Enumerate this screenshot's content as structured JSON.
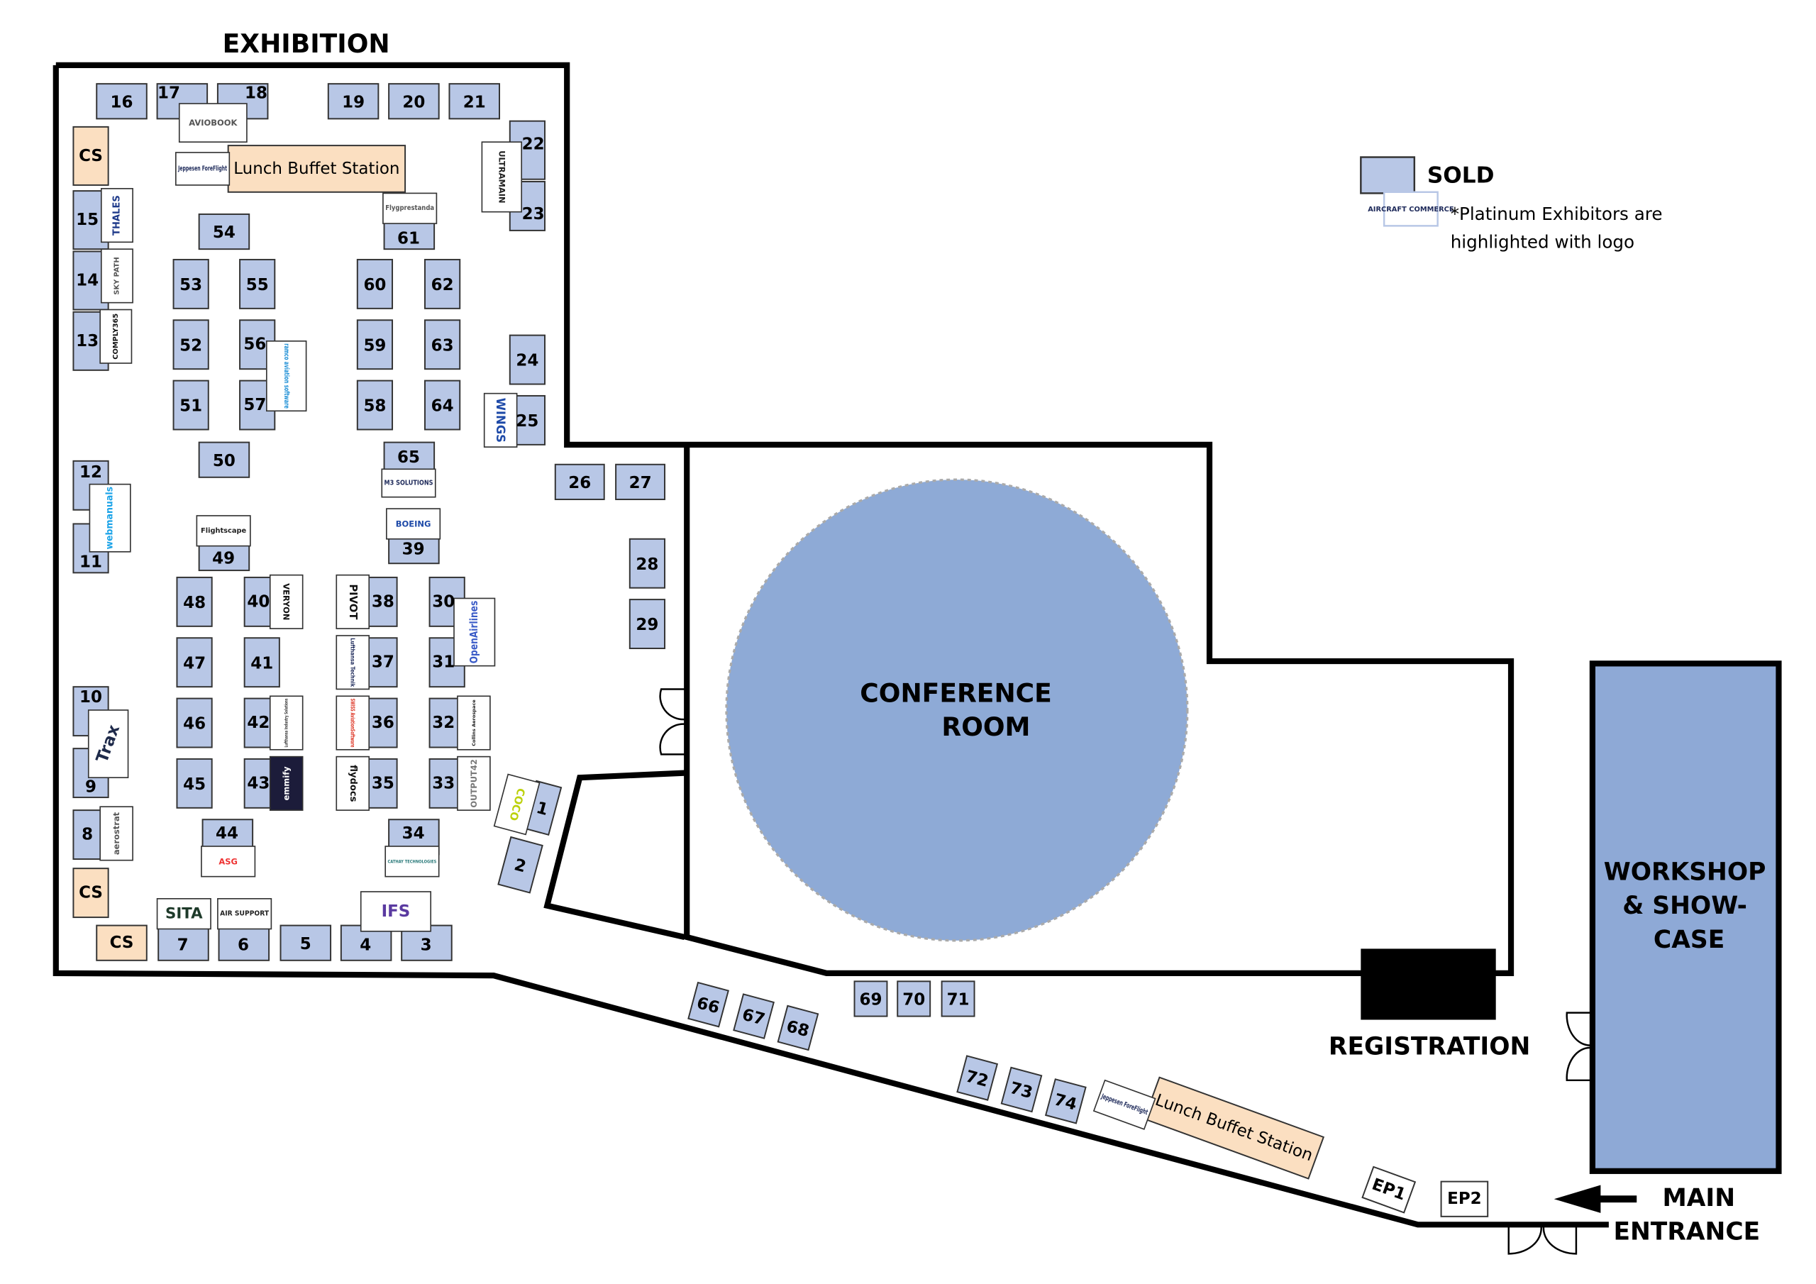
{
  "title": "EXHIBITION",
  "colors": {
    "sold": "#b8c7e6",
    "cs": "#fbdfc1",
    "conference": "#8eaad6",
    "workshop": "#8ea9d6",
    "registration": "#000000"
  },
  "legend": {
    "sold_label": "SOLD",
    "sample_logo": "AIRCRAFT COMMERCE",
    "note_line1": "*Platinum Exhibitors are",
    "note_line2": "highlighted with logo"
  },
  "rooms": {
    "conference": [
      "CONFERENCE",
      "ROOM"
    ],
    "workshop": [
      "WORKSHOP",
      "& SHOW-",
      "CASE"
    ],
    "registration": "REGISTRATION",
    "entrance": [
      "MAIN",
      "ENTRANCE"
    ]
  },
  "booths": [
    "1",
    "2",
    "3",
    "4",
    "5",
    "6",
    "7",
    "8",
    "9",
    "10",
    "11",
    "12",
    "13",
    "14",
    "15",
    "16",
    "17",
    "18",
    "19",
    "20",
    "21",
    "22",
    "23",
    "24",
    "25",
    "26",
    "27",
    "28",
    "29",
    "30",
    "31",
    "32",
    "33",
    "34",
    "35",
    "36",
    "37",
    "38",
    "39",
    "40",
    "41",
    "42",
    "43",
    "44",
    "45",
    "46",
    "47",
    "48",
    "49",
    "50",
    "51",
    "52",
    "53",
    "54",
    "55",
    "56",
    "57",
    "58",
    "59",
    "60",
    "61",
    "62",
    "63",
    "64",
    "65",
    "66",
    "67",
    "68",
    "69",
    "70",
    "71",
    "72",
    "73",
    "74"
  ],
  "service_points": [
    "CS",
    "CS",
    "CS",
    "EP1",
    "EP2"
  ],
  "buffets": [
    "Lunch Buffet Station",
    "Lunch Buffet Station"
  ],
  "exhibitors": [
    "AVIOBOOK",
    "Jeppesen ForeFlight",
    "ULTRAMAIN",
    "Flygprestanda",
    "THALES",
    "SKY PATH",
    "COMPLY365",
    "ramco aviation software",
    "WINGS",
    "M3 SOLUTIONS",
    "BOEING",
    "Flightscape",
    "webmanuals",
    "VERYON",
    "PIVOT",
    "Lufthansa Technik",
    "SWISS AviationSoftware",
    "flydocs",
    "OpenAirlines",
    "Lufthansa Industry Solutions",
    "emmify",
    "Collins Aerospace",
    "OUTPUT42",
    "Trax",
    "aerostrat",
    "ASG",
    "CATHAY TECHNOLOGIES",
    "SITA",
    "AIR SUPPORT",
    "IFS",
    "COCO",
    "Jeppesen ForeFlight"
  ]
}
